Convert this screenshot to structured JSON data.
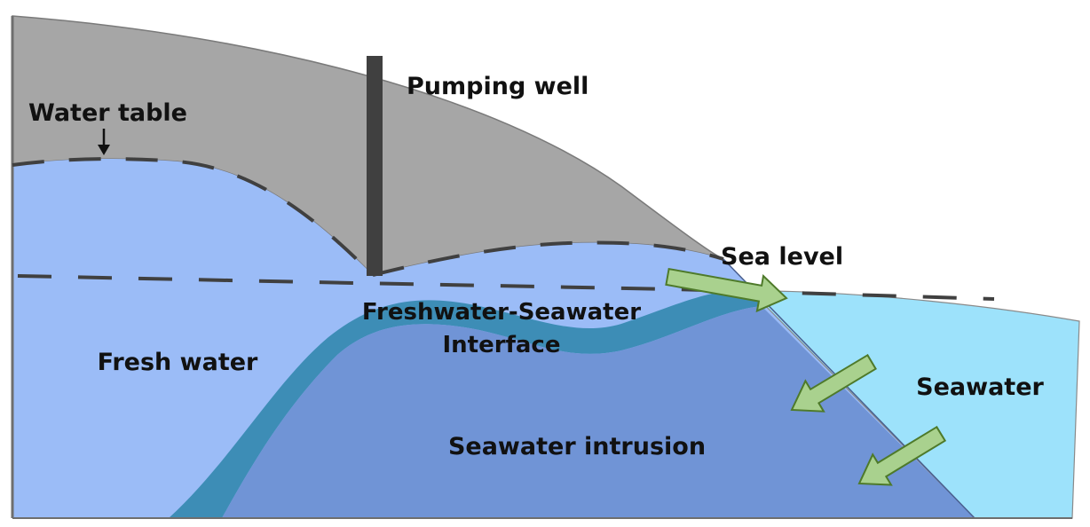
{
  "title": "Seawater intrusion caused by a pumping well",
  "labels": {
    "water_table": "Water table",
    "pumping_well": "Pumping well",
    "sea_level": "Sea level",
    "interface_line1": "Freshwater-Seawater",
    "interface_line2": "Interface",
    "fresh_water": "Fresh water",
    "seawater_intrusion": "Seawater intrusion",
    "seawater": "Seawater"
  },
  "colors": {
    "land": "#a6a6a6",
    "fresh_water": "#9bbcf7",
    "interface_zone": "#3d8db6",
    "seawater_intrusion": "#7094d6",
    "seawater": "#9de2fb",
    "well": "#404040",
    "arrow_fill": "#a9d18e",
    "arrow_stroke": "#4e7a2a",
    "dash": "#404040"
  },
  "arrows": [
    {
      "name": "arrow-fresh-to-sea",
      "direction": "to sea"
    },
    {
      "name": "arrow-seawater-intrusion-upper",
      "direction": "inland"
    },
    {
      "name": "arrow-seawater-intrusion-lower",
      "direction": "inland"
    }
  ]
}
